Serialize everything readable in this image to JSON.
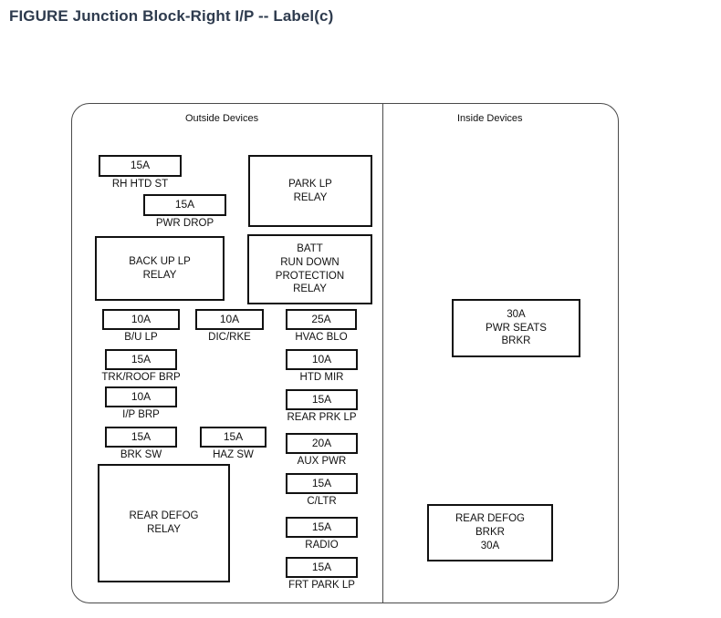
{
  "figure": {
    "title": "FIGURE Junction Block-Right I/P -- Label(c)",
    "title_color": "#2e3b4e"
  },
  "panel": {
    "outside_heading": "Outside  Devices",
    "inside_heading": "Inside  Devices"
  },
  "outside": {
    "fuses": [
      {
        "rating": "15A",
        "label": "RH HTD ST"
      },
      {
        "rating": "15A",
        "label": "PWR DROP"
      },
      {
        "rating": "10A",
        "label": "B/U LP"
      },
      {
        "rating": "10A",
        "label": "DIC/RKE"
      },
      {
        "rating": "25A",
        "label": "HVAC BLO"
      },
      {
        "rating": "15A",
        "label": "TRK/ROOF BRP"
      },
      {
        "rating": "10A",
        "label": "HTD MIR"
      },
      {
        "rating": "10A",
        "label": "I/P BRP"
      },
      {
        "rating": "15A",
        "label": "REAR PRK LP"
      },
      {
        "rating": "15A",
        "label": "BRK SW"
      },
      {
        "rating": "15A",
        "label": "HAZ SW"
      },
      {
        "rating": "20A",
        "label": "AUX PWR"
      },
      {
        "rating": "15A",
        "label": "C/LTR"
      },
      {
        "rating": "15A",
        "label": "RADIO"
      },
      {
        "rating": "15A",
        "label": "FRT PARK LP"
      }
    ],
    "relays": [
      {
        "text": "PARK LP\nRELAY"
      },
      {
        "text": "BACK UP LP\nRELAY"
      },
      {
        "text": "BATT\nRUN DOWN\nPROTECTION\nRELAY"
      },
      {
        "text": "REAR DEFOG\nRELAY"
      }
    ]
  },
  "inside": {
    "breakers": [
      {
        "text": "30A\nPWR SEATS\nBRKR"
      },
      {
        "text": "REAR DEFOG\nBRKR\n30A"
      }
    ]
  }
}
